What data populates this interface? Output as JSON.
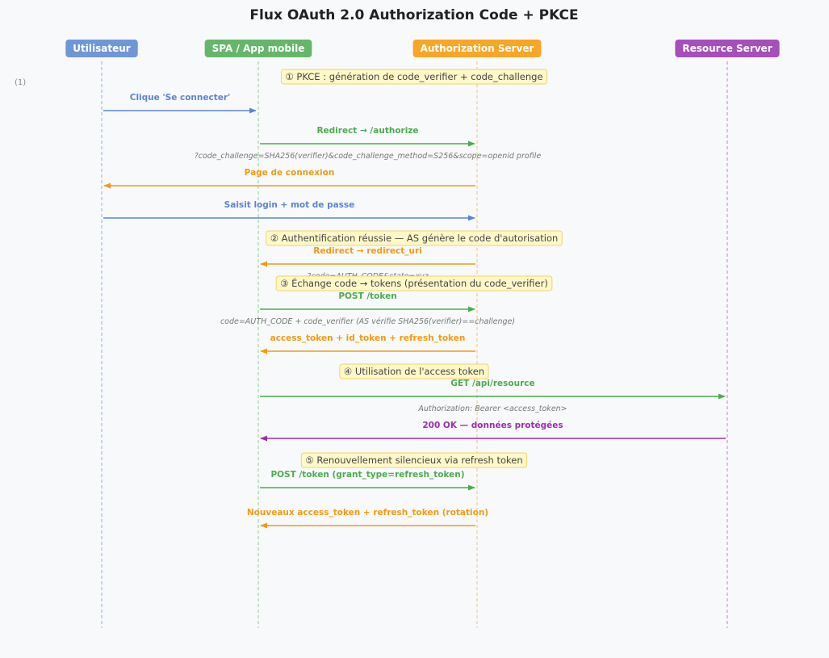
{
  "diagram": {
    "title": "Flux OAuth 2.0 Authorization Code + PKCE",
    "step_ref": "(1)",
    "actors": [
      {
        "id": "user",
        "label": "Utilisateur",
        "color": "#6f96d6",
        "line_color": "#9fbbe8"
      },
      {
        "id": "spa",
        "label": "SPA / App mobile",
        "color": "#65b56b",
        "line_color": "#9fd6a2"
      },
      {
        "id": "as",
        "label": "Authorization Server",
        "color": "#f7a625",
        "line_color": "#f9c88a"
      },
      {
        "id": "rs",
        "label": "Resource Server",
        "color": "#a64ebb",
        "line_color": "#d391e0"
      }
    ],
    "notes": [
      {
        "text": "① PKCE : génération de code_verifier + code_challenge"
      },
      {
        "text": "② Authentification réussie — AS génère le code d'autorisation"
      },
      {
        "text": "③ Échange code → tokens (présentation du code_verifier)"
      },
      {
        "text": "④ Utilisation de l'access token"
      },
      {
        "text": "⑤ Renouvellement silencieux via refresh token"
      }
    ],
    "messages": [
      {
        "from": "user",
        "to": "spa",
        "label": "Clique 'Se connecter'",
        "detail": "",
        "color": "#5a85d3"
      },
      {
        "from": "spa",
        "to": "as",
        "label": "Redirect → /authorize",
        "detail": "?code_challenge=SHA256(verifier)&code_challenge_method=S256&scope=openid profile",
        "color": "#4cab50"
      },
      {
        "from": "as",
        "to": "user",
        "label": "Page de connexion",
        "detail": "",
        "color": "#f59a10"
      },
      {
        "from": "user",
        "to": "as",
        "label": "Saisit login + mot de passe",
        "detail": "",
        "color": "#5a85d3"
      },
      {
        "from": "as",
        "to": "spa",
        "label": "Redirect → redirect_uri",
        "detail": "?code=AUTH_CODE&state=xyz",
        "color": "#f59a10"
      },
      {
        "from": "spa",
        "to": "as",
        "label": "POST /token",
        "detail": "code=AUTH_CODE + code_verifier (AS vérifie SHA256(verifier)==challenge)",
        "color": "#4cab50"
      },
      {
        "from": "as",
        "to": "spa",
        "label": "access_token + id_token + refresh_token",
        "detail": "",
        "color": "#f59a10"
      },
      {
        "from": "spa",
        "to": "rs",
        "label": "GET /api/resource",
        "detail": "Authorization: Bearer <access_token>",
        "color": "#4cab50"
      },
      {
        "from": "rs",
        "to": "spa",
        "label": "200 OK — données protégées",
        "detail": "",
        "color": "#9b2fb0"
      },
      {
        "from": "spa",
        "to": "as",
        "label": "POST /token (grant_type=refresh_token)",
        "detail": "",
        "color": "#4cab50"
      },
      {
        "from": "as",
        "to": "spa",
        "label": "Nouveaux access_token + refresh_token (rotation)",
        "detail": "",
        "color": "#f59a10"
      }
    ]
  }
}
